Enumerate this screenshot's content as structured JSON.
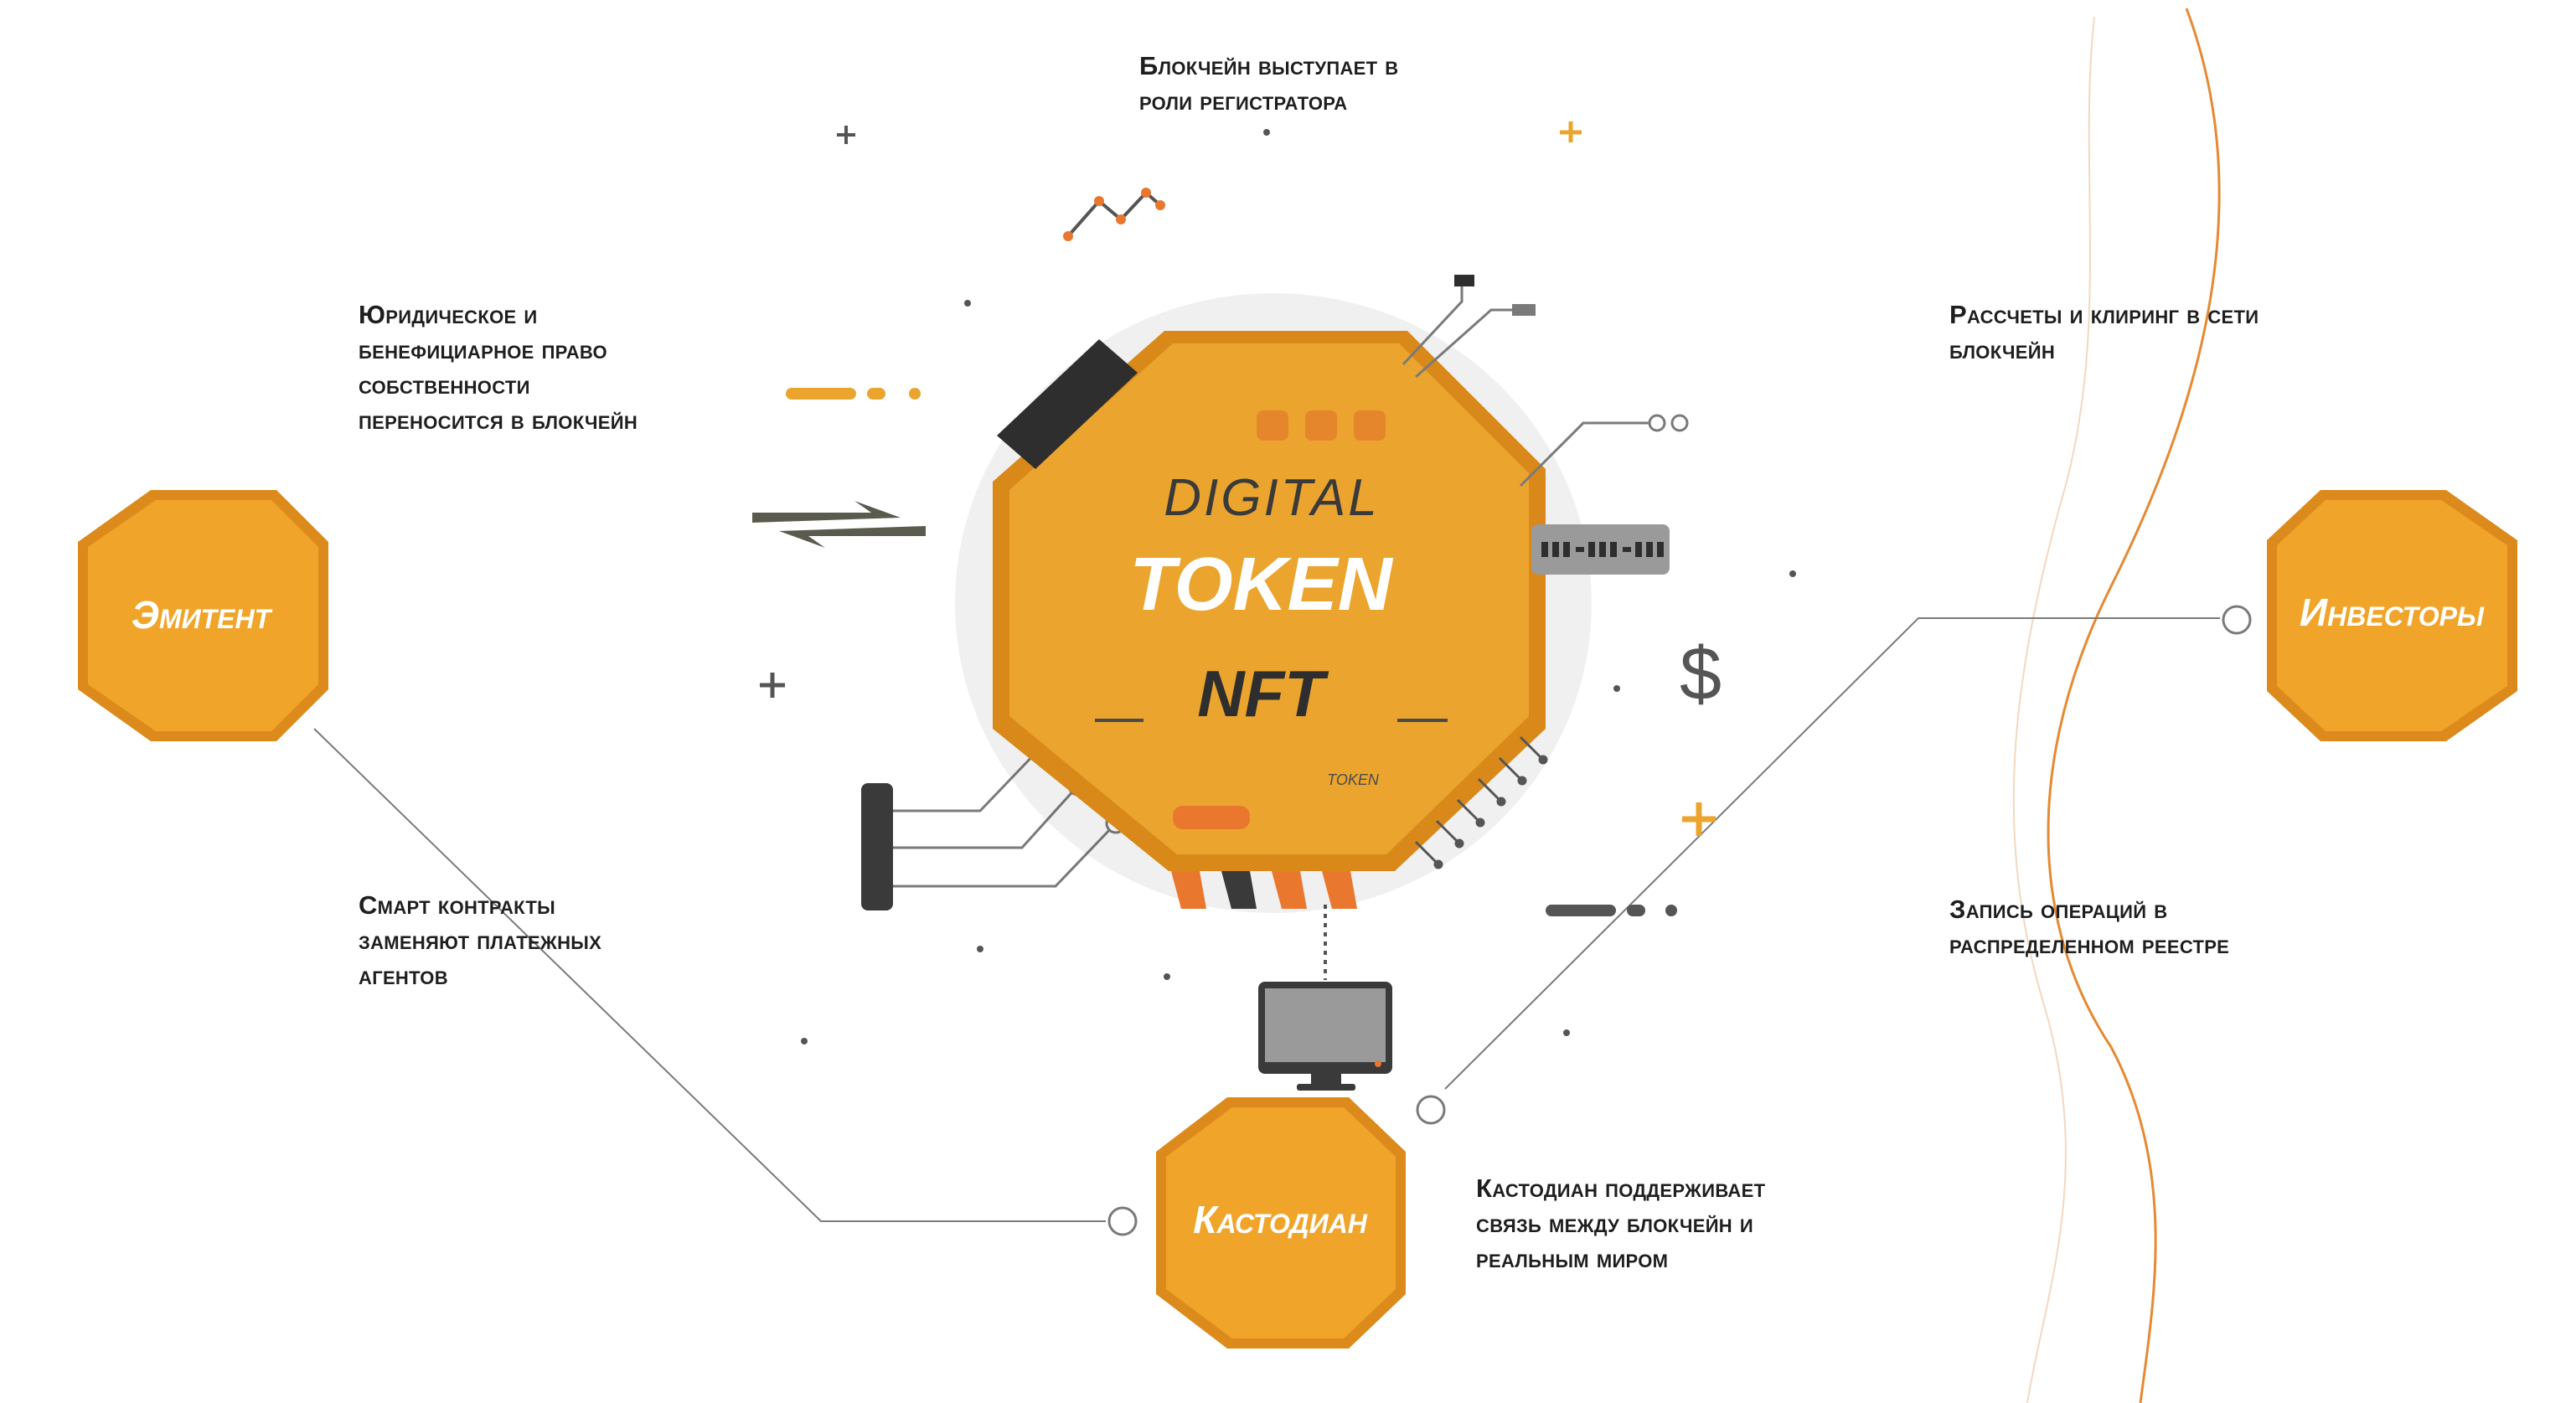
{
  "colors": {
    "octagon_fill": "#F0A52A",
    "octagon_border": "#DC8A1C",
    "chip_body": "#EBA52E",
    "chip_edge": "#D9891A",
    "accent_orange": "#E9772E",
    "line_gray": "#7a7a7a",
    "dark": "#3a3a3a",
    "wave": "#E58A33"
  },
  "nodes": {
    "emitter": "Эмитент",
    "investors": "Инвесторы",
    "custodian": "Кастодиан"
  },
  "chip": {
    "digital": "DIGITAL",
    "token": "TOKEN",
    "nft": "NFT",
    "small": "TOKEN"
  },
  "captions": {
    "registrar": "Блокчейн выступает в\nроли регистратора",
    "ownership": "Юридическое и\nбенефициарное право\nсобственности\nпереносится в блокчейн",
    "settlement": "Рассчеты и клиринг в сети\nблокчейн",
    "smart_contracts": "Смарт контракты\nзаменяют платежных\nагентов",
    "records": "Запись операций в\nраспределенном реестре",
    "custodian_link": "Кастодиан поддерживает\nсвязь между блокчейн и\nреальным миром"
  },
  "icons": [
    "dollar-icon",
    "exchange-arrows-icon",
    "monitor-icon",
    "plus-icon",
    "line-chart-icon"
  ],
  "symbols": {
    "dollar": "$"
  }
}
